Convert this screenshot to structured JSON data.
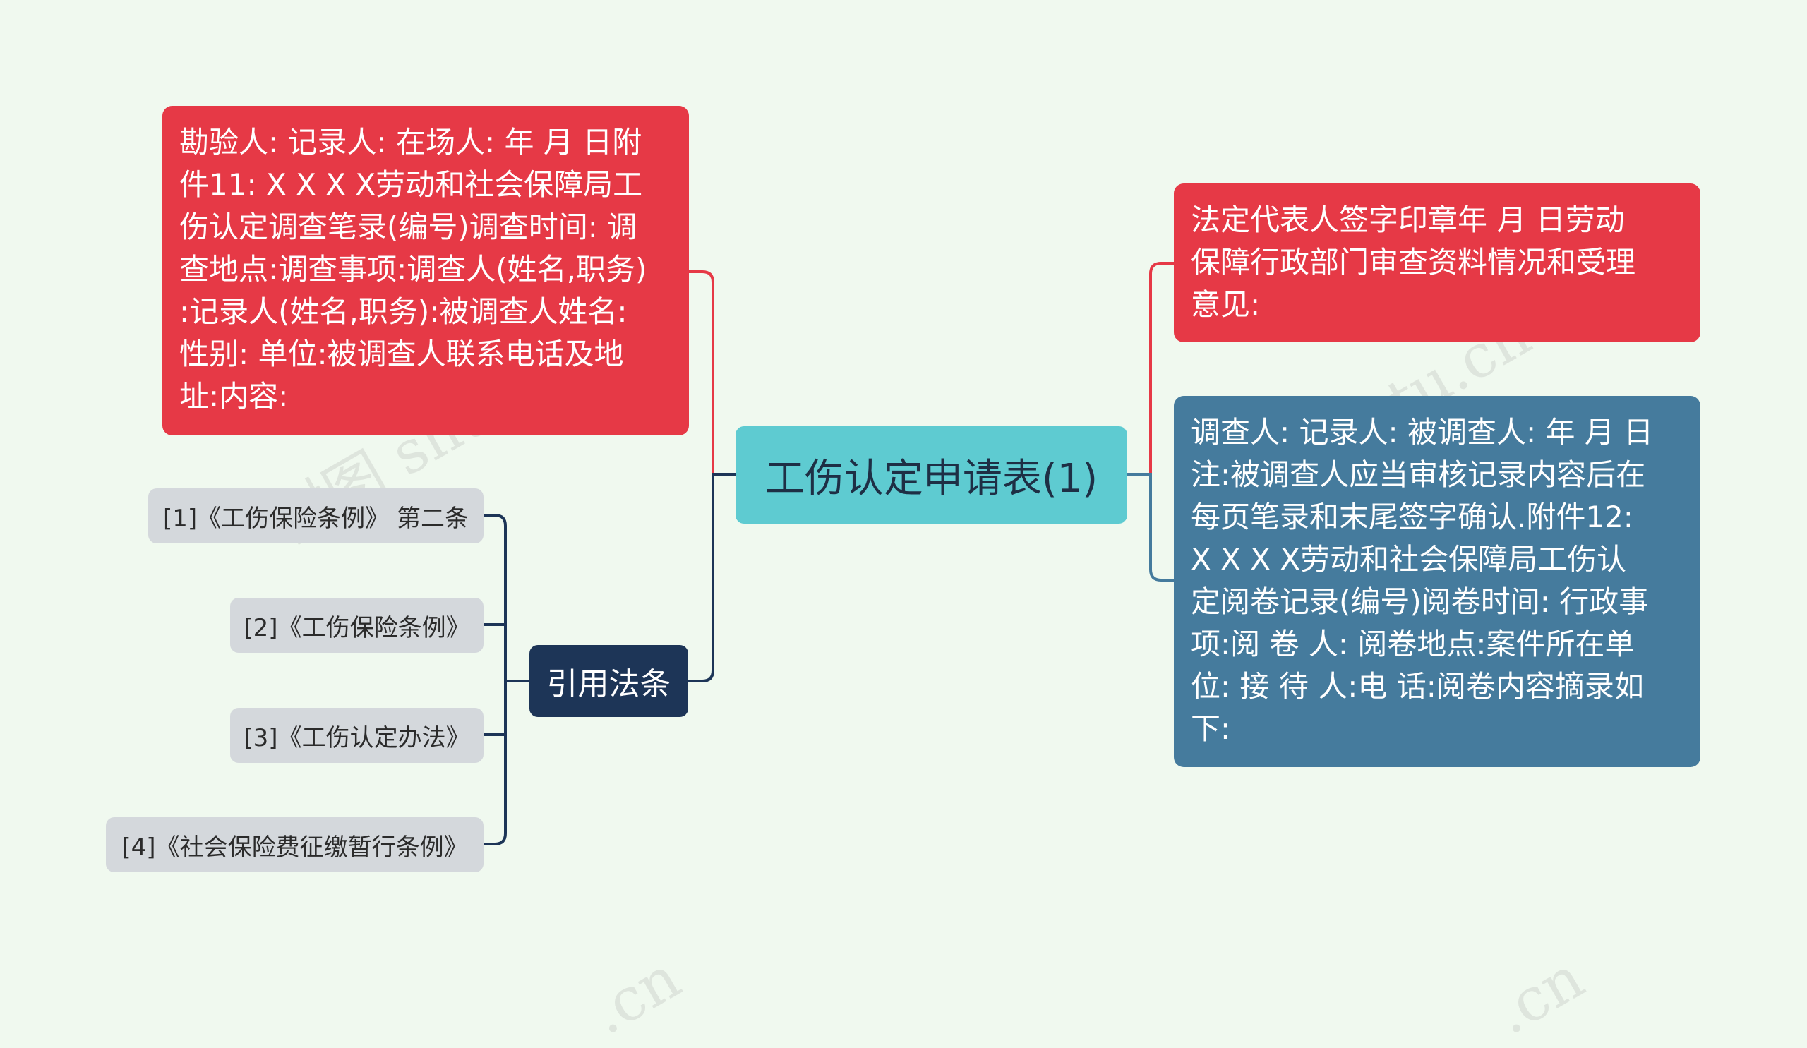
{
  "mindmap": {
    "root": {
      "label": "工伤认定申请表(1)"
    },
    "left_topic": {
      "text": "勘验人: 记录人: 在场人: 年 月 日附\n件11: X X X X劳动和社会保障局工\n伤认定调查笔录(编号)调查时间: 调\n查地点:调查事项:调查人(姓名,职务)\n:记录人(姓名,职务):被调查人姓名:\n性别: 单位:被调查人联系电话及地\n址:内容:"
    },
    "references": {
      "label": "引用法条",
      "items": [
        "[1]《工伤保险条例》 第二条",
        "[2]《工伤保险条例》",
        "[3]《工伤认定办法》",
        "[4]《社会保险费征缴暂行条例》"
      ]
    },
    "right_topics": [
      {
        "text": "法定代表人签字印章年 月 日劳动\n保障行政部门审查资料情况和受理\n意见:"
      },
      {
        "text": "调查人: 记录人: 被调查人: 年 月 日\n注:被调查人应当审核记录内容后在\n每页笔录和末尾签字确认.附件12:\n X X X X劳动和社会保障局工伤认\n定阅卷记录(编号)阅卷时间: 行政事\n项:阅 卷 人: 阅卷地点:案件所在单\n位: 接 待 人:电 话:阅卷内容摘录如\n下:"
      }
    ],
    "watermark": {
      "text_main": "树图 shutu.cn",
      "text_short": ".cn"
    }
  },
  "colors": {
    "background": "#f0f9ef",
    "red": "#e63946",
    "blue": "#457b9d",
    "teal": "#5ecbd1",
    "navy": "#1d3557",
    "gray": "#d4d8dc"
  }
}
